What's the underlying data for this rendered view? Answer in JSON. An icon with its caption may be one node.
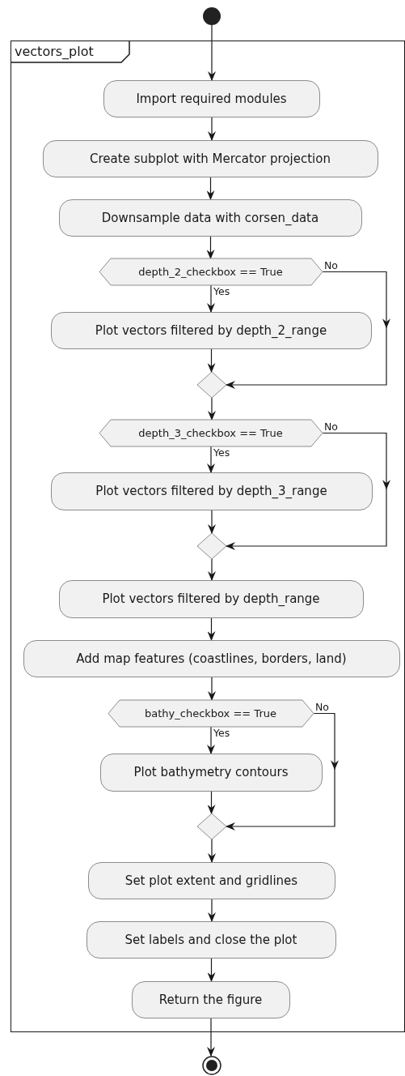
{
  "diagram": {
    "nodes": [
      {
        "text": [],
        "shape": "circle"
      },
      {
        "text": [
          "vectors_plot"
        ]
      },
      {
        "text": [
          "Import required modules"
        ],
        "in": 1
      },
      {
        "text": [
          "Create subplot with Mercator projection"
        ],
        "in": 1
      },
      {
        "text": [
          "Downsample data with corsen_data"
        ],
        "in": 1
      },
      {
        "text": [
          "depth_2_checkbox == True"
        ],
        "in": 1
      },
      {
        "text": [
          "Plot vectors filtered by depth_2_range"
        ],
        "in": 1
      },
      {
        "text": [],
        "shape": "diamond",
        "in": 1
      },
      {
        "text": [
          "depth_3_checkbox == True"
        ],
        "in": 1
      },
      {
        "text": [
          "Plot vectors filtered by depth_3_range"
        ],
        "in": 1
      },
      {
        "text": [],
        "shape": "diamond",
        "in": 1
      },
      {
        "text": [
          "Plot vectors filtered by depth_range"
        ],
        "in": 1
      },
      {
        "text": [
          "Add map features (coastlines, borders, land)"
        ],
        "in": 1
      },
      {
        "text": [
          "bathy_checkbox == True"
        ],
        "in": 1
      },
      {
        "text": [
          "Plot bathymetry contours"
        ],
        "in": 1
      },
      {
        "text": [],
        "shape": "diamond",
        "in": 1
      },
      {
        "text": [
          "Set plot extent and gridlines"
        ],
        "in": 1
      },
      {
        "text": [
          "Set labels and close the plot"
        ],
        "in": 1
      },
      {
        "text": [
          "Return the figure"
        ],
        "in": 1
      },
      {
        "text": [],
        "shape": "circle"
      }
    ],
    "edges": [
      {
        "from": 0,
        "to": 2,
        "arrow": "to"
      },
      {
        "from": 2,
        "to": 3,
        "arrow": "to"
      },
      {
        "from": 3,
        "to": 4,
        "arrow": "to"
      },
      {
        "from": 4,
        "to": 5,
        "arrow": "to"
      },
      {
        "from": 5,
        "to": 6,
        "arrow": "to",
        "label": "Yes"
      },
      {
        "from": 5,
        "to": 7,
        "arrow": "to",
        "label": "No"
      },
      {
        "from": 6,
        "to": 7,
        "arrow": "to"
      },
      {
        "from": 7,
        "to": 8,
        "arrow": "to"
      },
      {
        "from": 8,
        "to": 9,
        "arrow": "to",
        "label": "Yes"
      },
      {
        "from": 8,
        "to": 10,
        "arrow": "to",
        "label": "No"
      },
      {
        "from": 9,
        "to": 10,
        "arrow": "to"
      },
      {
        "from": 10,
        "to": 11,
        "arrow": "to"
      },
      {
        "from": 11,
        "to": 12,
        "arrow": "to"
      },
      {
        "from": 12,
        "to": 13,
        "arrow": "to"
      },
      {
        "from": 13,
        "to": 14,
        "arrow": "to",
        "label": "Yes"
      },
      {
        "from": 13,
        "to": 15,
        "arrow": "to",
        "label": "No"
      },
      {
        "from": 14,
        "to": 15,
        "arrow": "to"
      },
      {
        "from": 15,
        "to": 16,
        "arrow": "to"
      },
      {
        "from": 16,
        "to": 17,
        "arrow": "to"
      },
      {
        "from": 17,
        "to": 18,
        "arrow": "to"
      },
      {
        "from": 18,
        "to": 19,
        "arrow": "to"
      }
    ]
  }
}
